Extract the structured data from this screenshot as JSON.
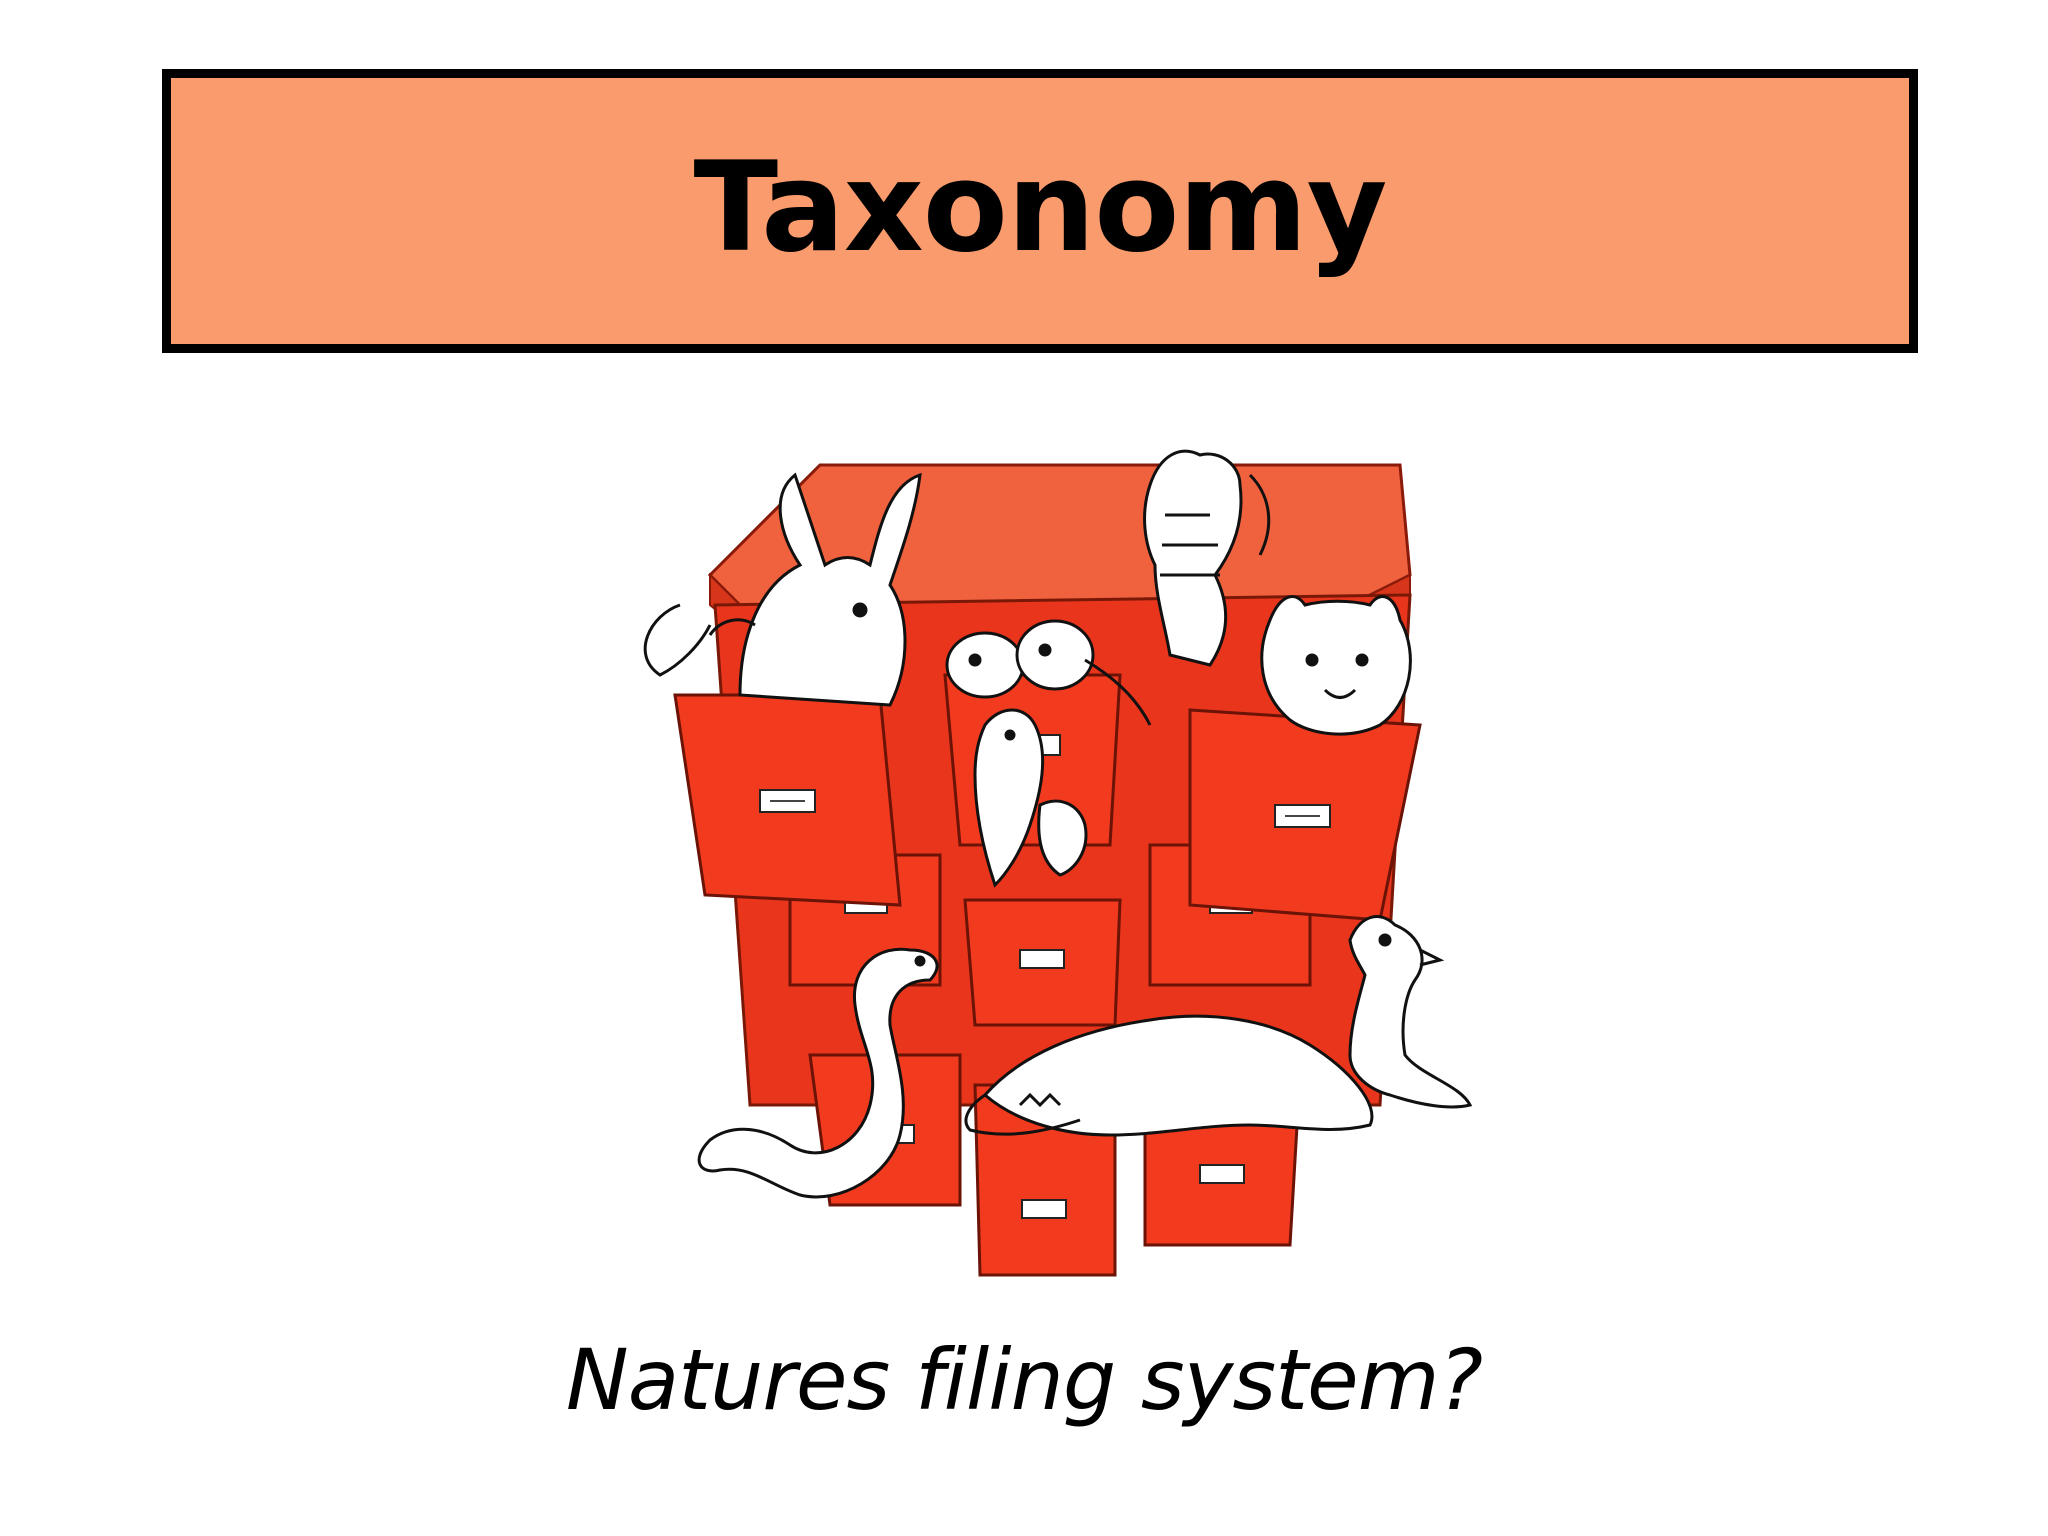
{
  "slide": {
    "title": "Taxonomy",
    "subtitle": "Natures filing system?",
    "illustration": "filing-cabinet-of-animals"
  },
  "colors": {
    "title_fill": "#F99B6C",
    "title_border": "#000000",
    "drawer_red": "#F23A1E",
    "drawer_dark": "#C82A14",
    "cabinet_top": "#F0613E",
    "background": "#FFFFFF"
  }
}
